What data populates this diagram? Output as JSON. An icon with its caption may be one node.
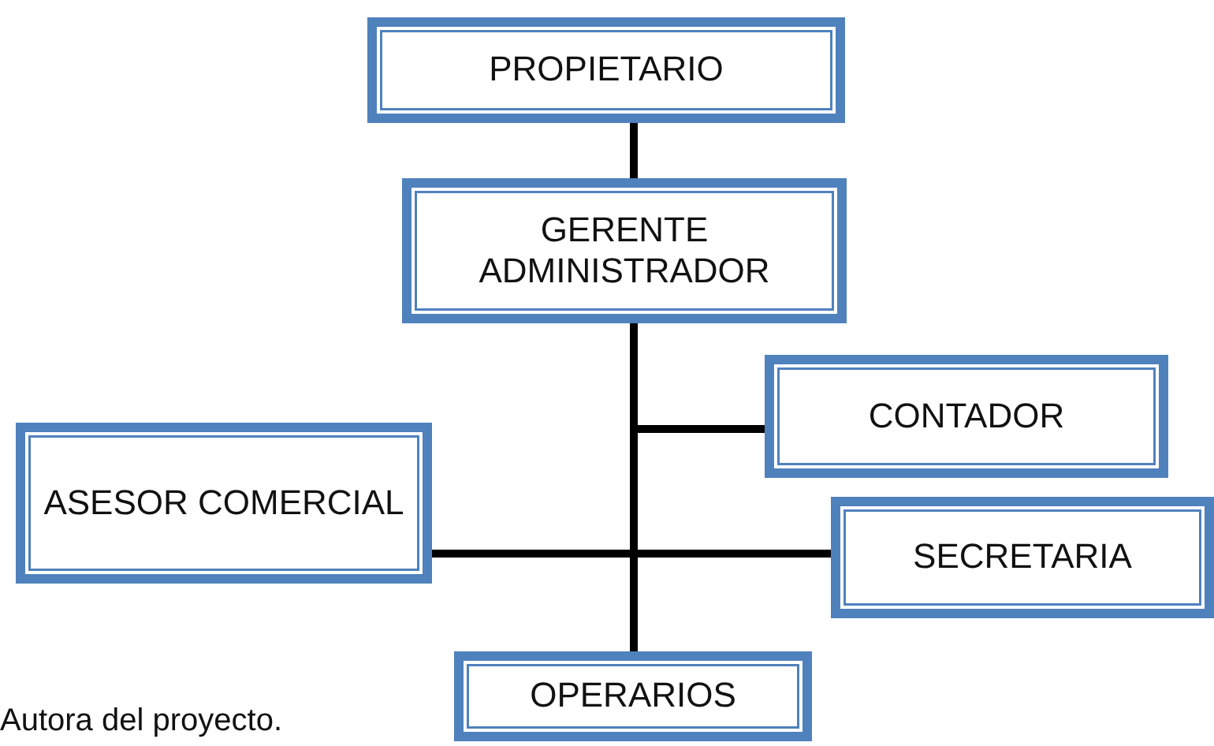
{
  "diagram": {
    "nodes": [
      {
        "text": [
          "PROPIETARIO"
        ]
      },
      {
        "text": [
          "GERENTE ADMINISTRADOR"
        ]
      },
      {
        "text": [
          "CONTADOR"
        ]
      },
      {
        "text": [
          "ASESOR COMERCIAL"
        ]
      },
      {
        "text": [
          "SECRETARIA"
        ]
      },
      {
        "text": [
          "OPERARIOS"
        ]
      }
    ],
    "edges": [
      {
        "from": 0,
        "to": 1,
        "arrow": "none"
      },
      {
        "from": 1,
        "to": 2,
        "arrow": "none"
      },
      {
        "from": 1,
        "to": 3,
        "arrow": "none"
      },
      {
        "from": 1,
        "to": 4,
        "arrow": "none"
      },
      {
        "from": 1,
        "to": 5,
        "arrow": "none"
      }
    ],
    "labels": [
      "Autora del proyecto."
    ]
  }
}
